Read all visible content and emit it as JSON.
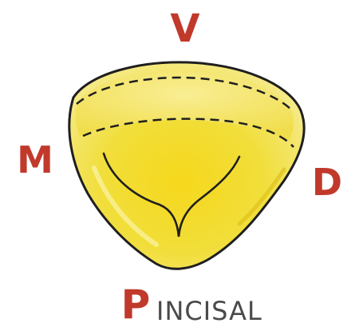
{
  "labels": {
    "vestibular": "V",
    "mesial": "M",
    "distal": "D",
    "palatal": "P",
    "view": "INCISAL"
  },
  "colors": {
    "label_red": "#c0392b",
    "tooth_yellow": "#f2df2e",
    "tooth_highlight": "#fbf3a6",
    "tooth_shadow": "#d9b90e",
    "outline": "#1f1f1f",
    "view_text": "#4a4a4a"
  }
}
